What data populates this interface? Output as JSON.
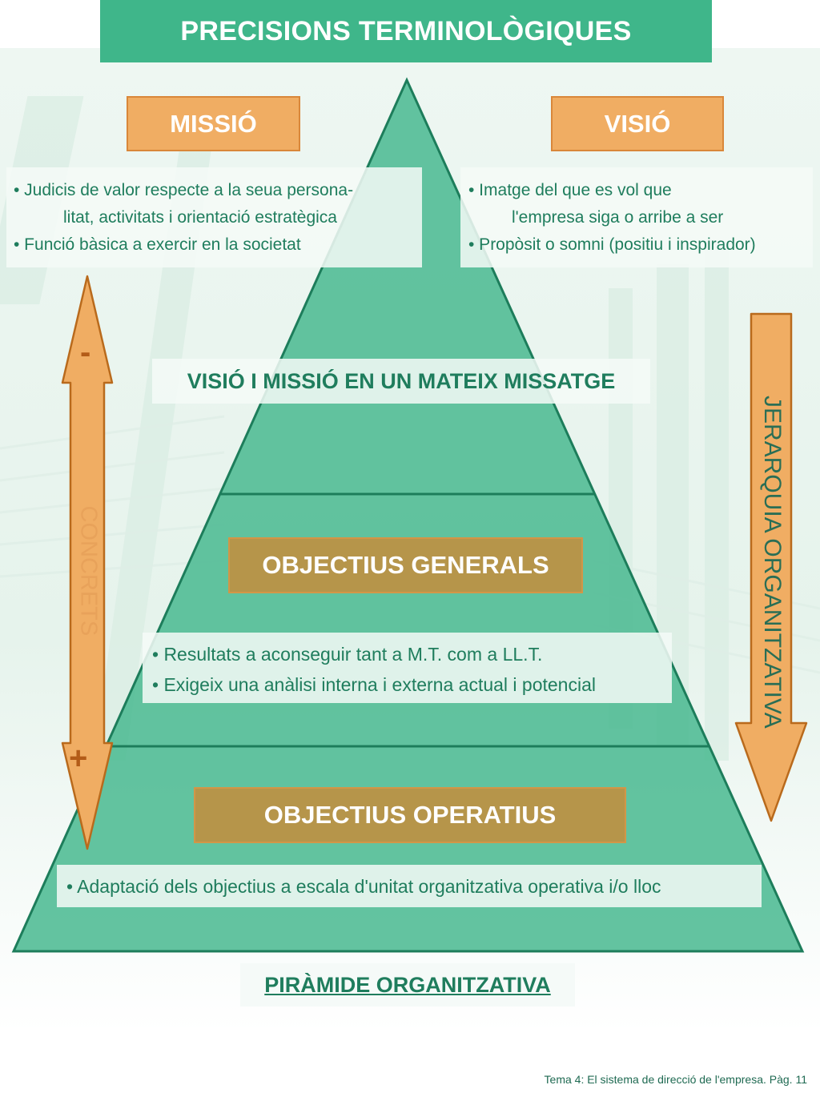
{
  "title": "PRECISIONS TERMINOLÒGIQUES",
  "missio": {
    "label": "MISSIÓ",
    "bullets": [
      "• Judicis de valor respecte a la seua persona-",
      "litat, activitats i orientació estratègica",
      "• Funció bàsica a exercir en la societat"
    ]
  },
  "visio": {
    "label": "VISIÓ",
    "bullets": [
      "• Imatge del que es vol que",
      "l'empresa siga o arribe a ser",
      "• Propòsit o somni (positiu i inspirador)"
    ]
  },
  "pyramid": {
    "top_label": "VISIÓ I MISSIÓ EN UN MATEIX MISSATGE",
    "middle_label": "OBJECTIUS GENERALS",
    "middle_bullets": [
      "• Resultats a aconseguir tant a M.T. com a LL.T.",
      "• Exigeix una anàlisi interna i externa actual i potencial"
    ],
    "bottom_label": "OBJECTIUS OPERATIUS",
    "bottom_bullets": [
      "• Adaptació dels objectius a escala d'unitat organitzativa operativa i/o lloc"
    ],
    "caption": "PIRÀMIDE ORGANITZATIVA"
  },
  "left_arrow": {
    "label": "CONCRETS",
    "top_sign": "-",
    "bottom_sign": "+"
  },
  "right_arrow": {
    "label": "JERARQUIA ORGANITZATIVA"
  },
  "footer": "Tema 4: El sistema de direcció  de l'empresa. Pàg. 11",
  "colors": {
    "title_bg": "#3fb68a",
    "pyramid_fill": "#4dbb93",
    "orange": "#f0ad63",
    "olive": "#b6954a",
    "text_green": "#1f7d5d"
  }
}
